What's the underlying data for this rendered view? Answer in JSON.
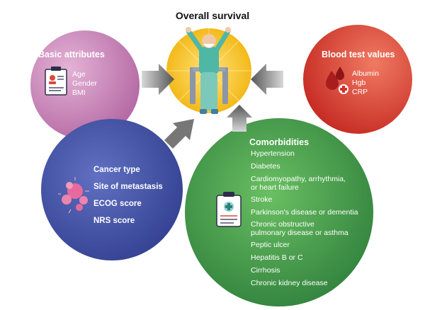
{
  "title": "Overall survival",
  "basic": {
    "heading": "Basic attributes",
    "items": [
      "Age",
      "Gender",
      "BMI"
    ],
    "color": "#c889b8"
  },
  "blood": {
    "heading": "Blood test values",
    "items": [
      "Albumin",
      "Hgb",
      "CRP"
    ],
    "color": "#e04a3a"
  },
  "cancer": {
    "items": [
      "Cancer type",
      "Site of metastasis",
      "ECOG score",
      "NRS score"
    ],
    "color": "#4654a6"
  },
  "comorbidities": {
    "heading": "Comorbidities",
    "items": [
      "Hypertension",
      "Diabetes",
      "Cardiomyopathy, arrhythmia, or heart failure",
      "Stroke",
      "Parkinson's disease or dementia",
      "Chronic obstructive pulmonary disease or asthma",
      "Peptic ulcer",
      "Hepatitis B or C",
      "Cirrhosis",
      "Chronic kidney disease"
    ],
    "color": "#3f9a4a"
  },
  "icons": [
    "id-card-icon",
    "blood-drop-icon",
    "cancer-cell-icon",
    "clipboard-icon",
    "patient-wheelchair-icon",
    "arrow-icon"
  ]
}
